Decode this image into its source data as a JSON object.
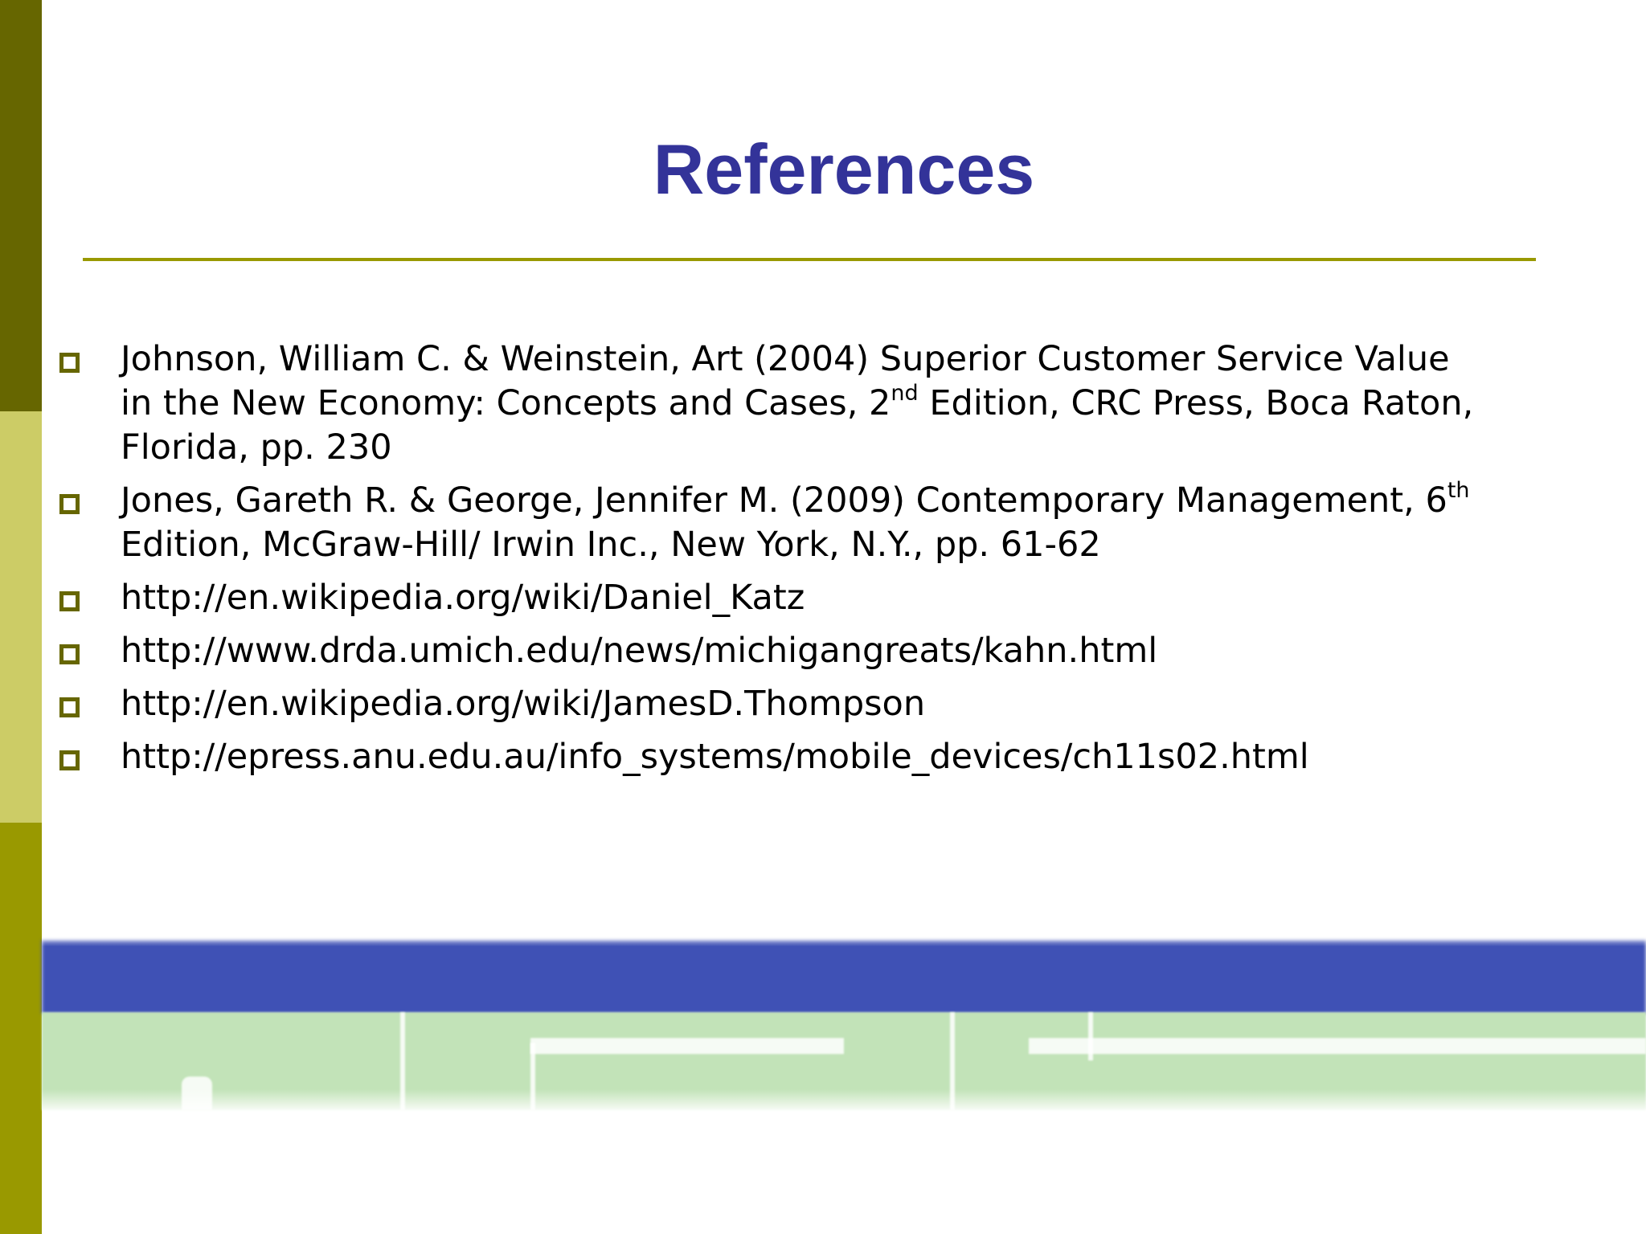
{
  "slide": {
    "title": "References"
  },
  "colors": {
    "title_color": "#333399",
    "rule_color": "#999900",
    "bullet_color": "#666600",
    "left_bar_top": "#666600",
    "left_bar_mid": "#CCCC66",
    "left_bar_bottom": "#999900",
    "banner_blue": "#3F51B5",
    "banner_green": "#C2E3B8"
  },
  "references": [
    {
      "lines": [
        {
          "text": "Johnson, William C. & Weinstein, Art (2004) Superior Customer Service Value"
        },
        {
          "text": "in the New Economy: Concepts and Cases, 2",
          "sup": "nd",
          "after": " Edition, CRC Press, Boca Raton,"
        },
        {
          "text": "Florida, pp. 230"
        }
      ]
    },
    {
      "lines": [
        {
          "text": "Jones, Gareth R. & George, Jennifer M. (2009) Contemporary Management, 6",
          "sup": "th"
        },
        {
          "text": "Edition, McGraw-Hill/ Irwin Inc.,  New York, N.Y., pp. 61-62"
        }
      ]
    },
    {
      "lines": [
        {
          "text": "http://en.wikipedia.org/wiki/Daniel_Katz"
        }
      ]
    },
    {
      "lines": [
        {
          "text": "http://www.drda.umich.edu/news/michigangreats/kahn.html"
        }
      ]
    },
    {
      "lines": [
        {
          "text": "http://en.wikipedia.org/wiki/JamesD.Thompson"
        }
      ]
    },
    {
      "lines": [
        {
          "text": "http://epress.anu.edu.au/info_systems/mobile_devices/ch11s02.html"
        }
      ]
    }
  ]
}
